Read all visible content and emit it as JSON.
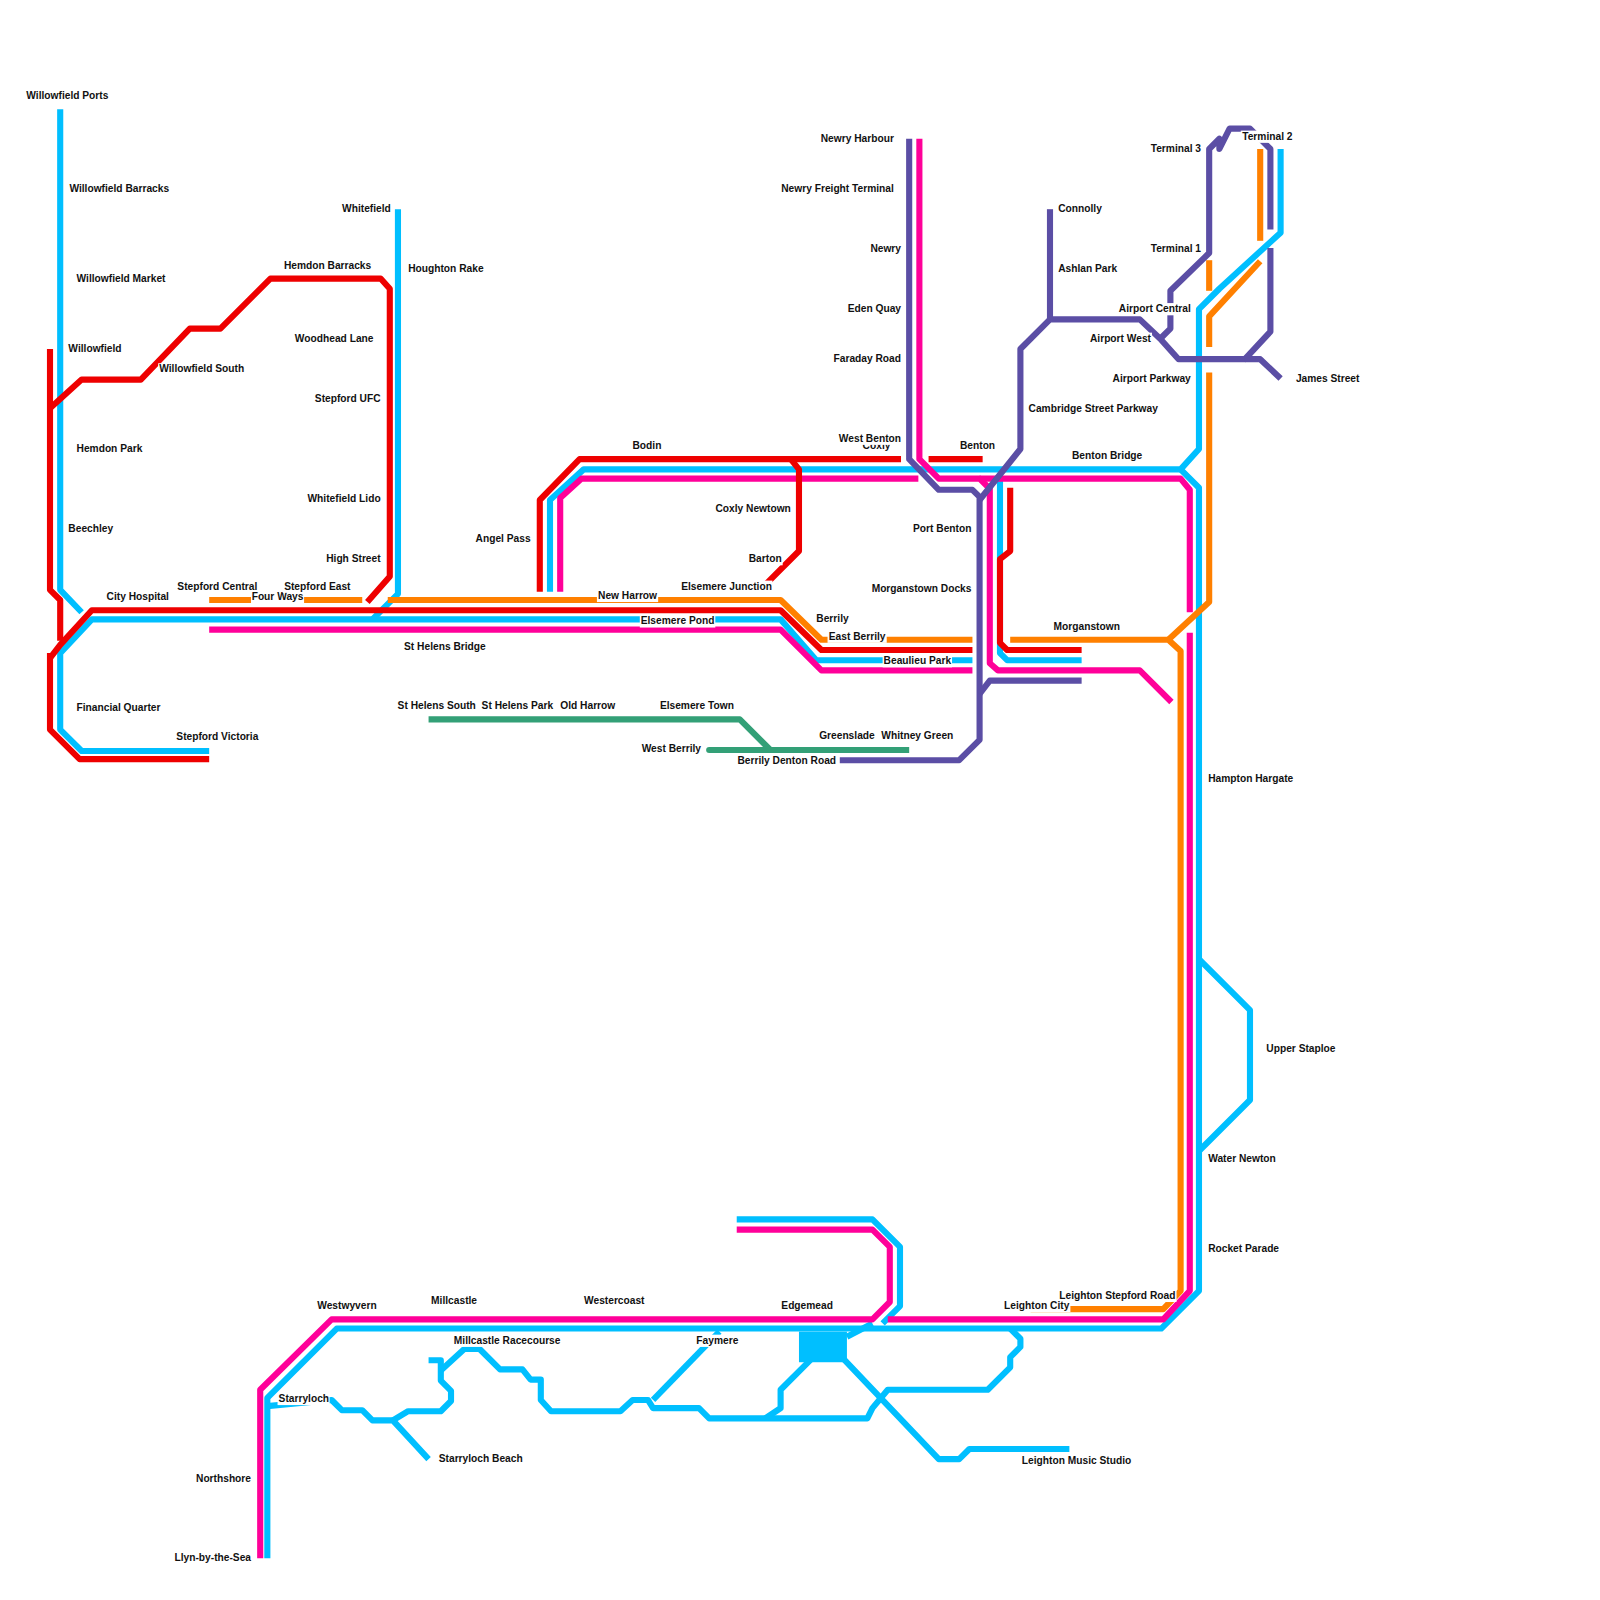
{
  "diagram": {
    "labels": [
      "Willowfield Ports",
      "Willowfield Barracks",
      "Willowfield Market",
      "Willowfield",
      "Willowfield South",
      "Hemdon Barracks",
      "Hemdon Park",
      "Beechley",
      "City Hospital",
      "Stepford Central",
      "Four Ways",
      "Stepford East",
      "Financial Quarter",
      "Stepford Victoria",
      "Whitefield",
      "Houghton Rake",
      "Woodhead Lane",
      "Stepford UFC",
      "Whitefield Lido",
      "High Street",
      "St Helens Bridge",
      "Angel Pass",
      "Bodin",
      "New Harrow",
      "Elsemere Junction",
      "Elsemere Pond",
      "Berrily",
      "East Berrily",
      "Beaulieu Park",
      "Coxly",
      "Coxly Newtown",
      "Barton",
      "Benton",
      "Newry Harbour",
      "Newry Freight Terminal",
      "Newry",
      "Eden Quay",
      "Faraday Road",
      "West Benton",
      "Port Benton",
      "Morganstown Docks",
      "Morganstown",
      "Connolly",
      "Ashlan Park",
      "Cambridge Street Parkway",
      "Benton Bridge",
      "Airport West",
      "Airport Central",
      "Airport Parkway",
      "James Street",
      "Terminal 3",
      "Terminal 1",
      "Terminal 2",
      "Hampton Hargate",
      "Upper Staploe",
      "Water Newton",
      "Rocket Parade",
      "Leighton Stepford Road",
      "Leighton City",
      "Leighton Music Studio",
      "St Helens South",
      "St Helens Park",
      "Old Harrow",
      "Elsemere Town",
      "West Berrily",
      "Greenslade",
      "Whitney Green",
      "Berrily Denton Road",
      "Westwyvern",
      "Millcastle",
      "Westercoast",
      "Edgemead",
      "Millcastle Racecourse",
      "Faymere",
      "Starryloch",
      "Starryloch Beach",
      "Northshore",
      "Llyn-by-the-Sea"
    ]
  }
}
